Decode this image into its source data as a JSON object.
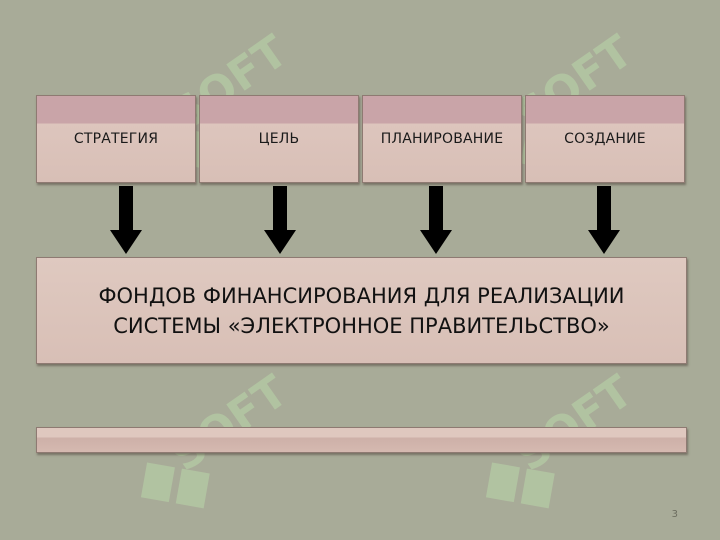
{
  "stages": [
    {
      "label": "СТРАТЕГИЯ"
    },
    {
      "label": "ЦЕЛЬ"
    },
    {
      "label": "ПЛАНИРОВАНИЕ"
    },
    {
      "label": "СОЗДАНИЕ"
    }
  ],
  "main_box": {
    "text": "ФОНДОВ ФИНАНСИРОВАНИЯ ДЛЯ РЕАЛИЗАЦИИ\nСИСТЕМЫ «ЭЛЕКТРОННОЕ ПРАВИТЕЛЬСТВО»"
  },
  "watermark": {
    "text": "SOFT"
  },
  "page_number": "3",
  "colors": {
    "background": "#a8ab98",
    "box_fill": "#d8bfb6",
    "box_header": "#c9a4a8",
    "watermark": "#b9d7a9",
    "arrow": "#000000"
  }
}
